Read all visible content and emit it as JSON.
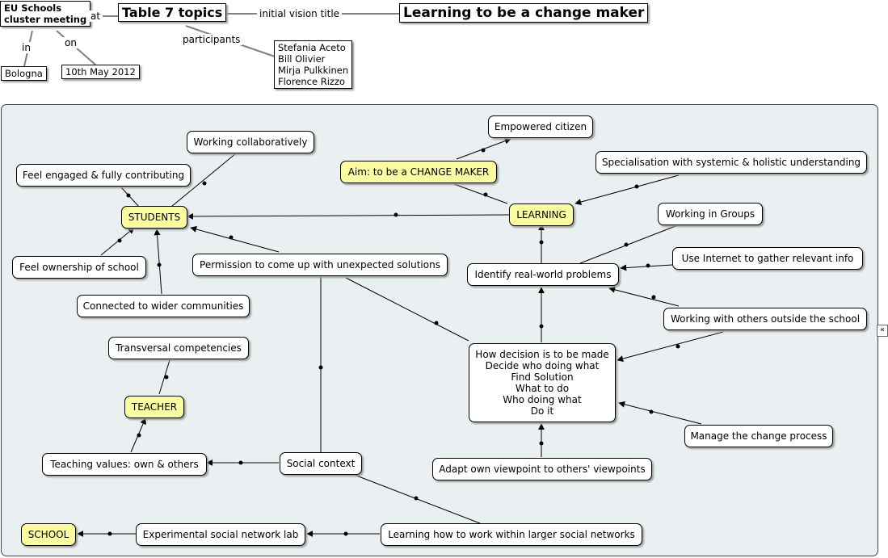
{
  "header": {
    "event": "EU Schools\ncluster meeting",
    "topic": "Table 7 topics",
    "vision_title": "Learning to be a change maker",
    "location": "Bologna",
    "date": "10th May 2012",
    "participants": "Stefania Aceto\nBill Olivier\nMirja Pulkkinen\nFlorence Rizzo",
    "links": {
      "at": "at",
      "in": "in",
      "on": "on",
      "participants": "participants",
      "initial_vision_title": "initial vision title"
    }
  },
  "nodes": {
    "empowered_citizen": "Empowered citizen",
    "aim": "Aim: to be a CHANGE MAKER",
    "specialisation": "Specialisation with systemic & holistic understanding",
    "working_collaboratively": "Working collaboratively",
    "feel_engaged": "Feel engaged & fully contributing",
    "students": "STUDENTS",
    "learning": "LEARNING",
    "working_in_groups": "Working in Groups",
    "use_internet": "Use Internet  to gather relevant info",
    "feel_ownership": "Feel ownership of school",
    "permission": "Permission to come up with unexpected solutions",
    "identify_problems": "Identify real-world problems",
    "connected": "Connected to wider communities",
    "working_with_others": "Working with others outside the school",
    "transversal": "Transversal competencies",
    "decision": "How decision is to be made\nDecide who doing what\nFind Solution\nWhat to do\nWho doing what\nDo it",
    "teacher": "TEACHER",
    "manage_change": "Manage the change process",
    "teaching_values": "Teaching values: own & others",
    "social_context": "Social context",
    "adapt_viewpoint": "Adapt own viewpoint to others' viewpoints",
    "school": "SCHOOL",
    "experimental_lab": "Experimental social network lab",
    "learning_networks": "Learning how to work within larger social networks"
  },
  "ui": {
    "collapse_icon": "double-chevron-left-icon",
    "collapse_glyph": "«"
  },
  "colors": {
    "highlight": "#fbfba0",
    "panel": "#eaf0f1",
    "line": "#000000",
    "header_line": "#808080"
  }
}
